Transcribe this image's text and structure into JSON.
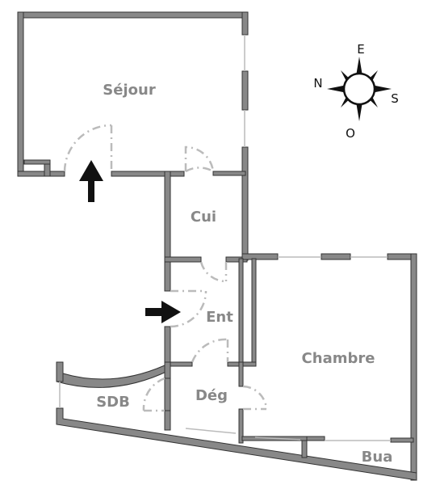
{
  "rooms": {
    "sejour": "Séjour",
    "cui": "Cui",
    "ent": "Ent",
    "chambre": "Chambre",
    "sdb": "SDB",
    "deg": "Dég",
    "bua": "Bua"
  },
  "compass": {
    "north": "N",
    "east": "E",
    "south": "S",
    "west": "O"
  },
  "colors": {
    "wall_fill": "#888888",
    "wall_stroke": "#333333",
    "door_swing": "#bbbbbb",
    "label": "#888888",
    "arrow": "#111111"
  }
}
